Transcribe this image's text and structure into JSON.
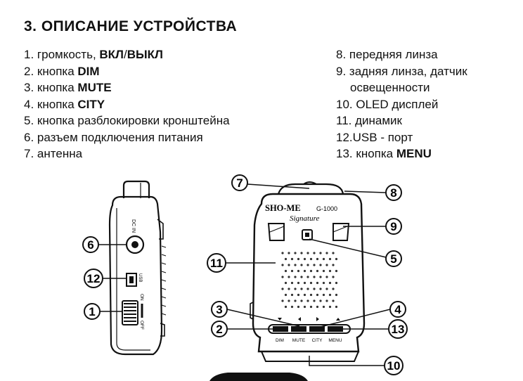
{
  "title": "3. ОПИСАНИЕ УСТРОЙСТВА",
  "left_items": [
    {
      "num": "1.",
      "text": "громкость, ",
      "bold": "ВКЛ",
      "text2": "/",
      "bold2": "ВЫКЛ"
    },
    {
      "num": "2.",
      "text": "кнопка ",
      "bold": "DIM"
    },
    {
      "num": "3.",
      "text": "кнопка ",
      "bold": "MUTE"
    },
    {
      "num": "4.",
      "text": "кнопка ",
      "bold": "CITY"
    },
    {
      "num": "5.",
      "text": "кнопка разблокировки кронштейна"
    },
    {
      "num": "6.",
      "text": "разъем подключения питания"
    },
    {
      "num": "7.",
      "text": "антенна"
    }
  ],
  "right_items": [
    {
      "num": "8.",
      "text": "передняя линза"
    },
    {
      "num": "9.",
      "text": "задняя линза, датчик",
      "cont": "освещенности"
    },
    {
      "num": "10.",
      "text": "OLED дисплей"
    },
    {
      "num": "11.",
      "text": "динамик"
    },
    {
      "num": "12.",
      "text": "USB - порт"
    },
    {
      "num": "13.",
      "text": "кнопка ",
      "bold": "MENU"
    }
  ],
  "device_labels": {
    "dcin": "DC IN",
    "usb": "USB",
    "on": "ON",
    "off": "OFF",
    "brand": "SHO-ME",
    "model": "G-1000",
    "signature": "Signature",
    "btn_dim": "DIM",
    "btn_mute": "MUTE",
    "btn_city": "CITY",
    "btn_menu": "MENU"
  },
  "callouts": [
    "1",
    "3",
    "2",
    "6",
    "12",
    "7",
    "11",
    "8",
    "9",
    "5",
    "4",
    "13",
    "10"
  ]
}
